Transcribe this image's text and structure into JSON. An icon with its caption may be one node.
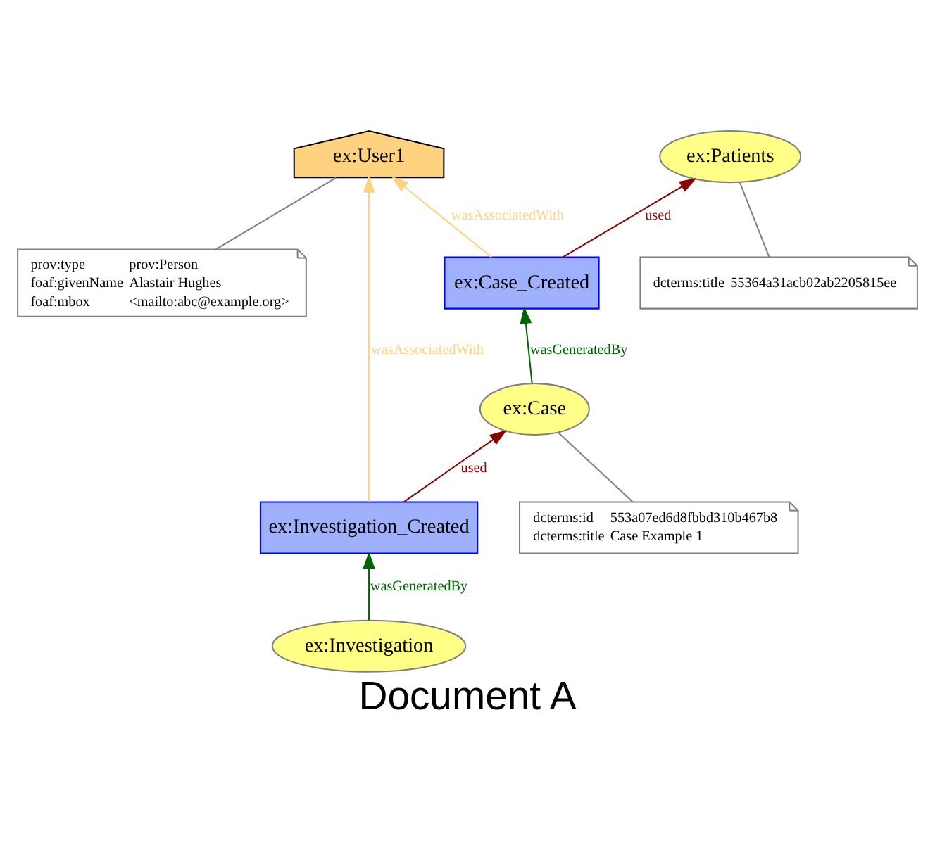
{
  "diagram": {
    "caption": "Document A",
    "nodes": [
      {
        "text": [
          "ex:User1"
        ]
      },
      {
        "text": [
          "prov:type",
          "prov:Person",
          "foaf:givenName",
          "Alastair Hughes",
          "foaf:mbox",
          "<mailto:abc@example.org>"
        ]
      },
      {
        "text": [
          "ex:Patients"
        ]
      },
      {
        "text": [
          "dcterms:title",
          "55364a31acb02ab2205815ee"
        ]
      },
      {
        "text": [
          "ex:Case_Created"
        ]
      },
      {
        "text": [
          "ex:Case"
        ]
      },
      {
        "text": [
          "dcterms:id",
          "553a07ed6d8fbbd310b467b8",
          "dcterms:title",
          "Case Example 1"
        ]
      },
      {
        "text": [
          "ex:Investigation_Created"
        ]
      },
      {
        "text": [
          "ex:Investigation"
        ]
      }
    ],
    "edges": [
      {
        "from": 1,
        "to": 0,
        "arrow": "none"
      },
      {
        "from": 3,
        "to": 2,
        "arrow": "none"
      },
      {
        "from": 4,
        "to": 2,
        "arrow": "to",
        "label": "used",
        "color": "#8b0000"
      },
      {
        "from": 4,
        "to": 0,
        "arrow": "to",
        "label": "wasAssociatedWith",
        "color": "#ffd27f"
      },
      {
        "from": 5,
        "to": 4,
        "arrow": "to",
        "label": "wasGeneratedBy",
        "color": "#006400"
      },
      {
        "from": 6,
        "to": 5,
        "arrow": "none"
      },
      {
        "from": 7,
        "to": 5,
        "arrow": "to",
        "label": "used",
        "color": "#8b0000"
      },
      {
        "from": 7,
        "to": 0,
        "arrow": "to",
        "label": "wasAssociatedWith",
        "color": "#ffd27f"
      },
      {
        "from": 8,
        "to": 7,
        "arrow": "to",
        "label": "wasGeneratedBy",
        "color": "#006400"
      }
    ]
  }
}
